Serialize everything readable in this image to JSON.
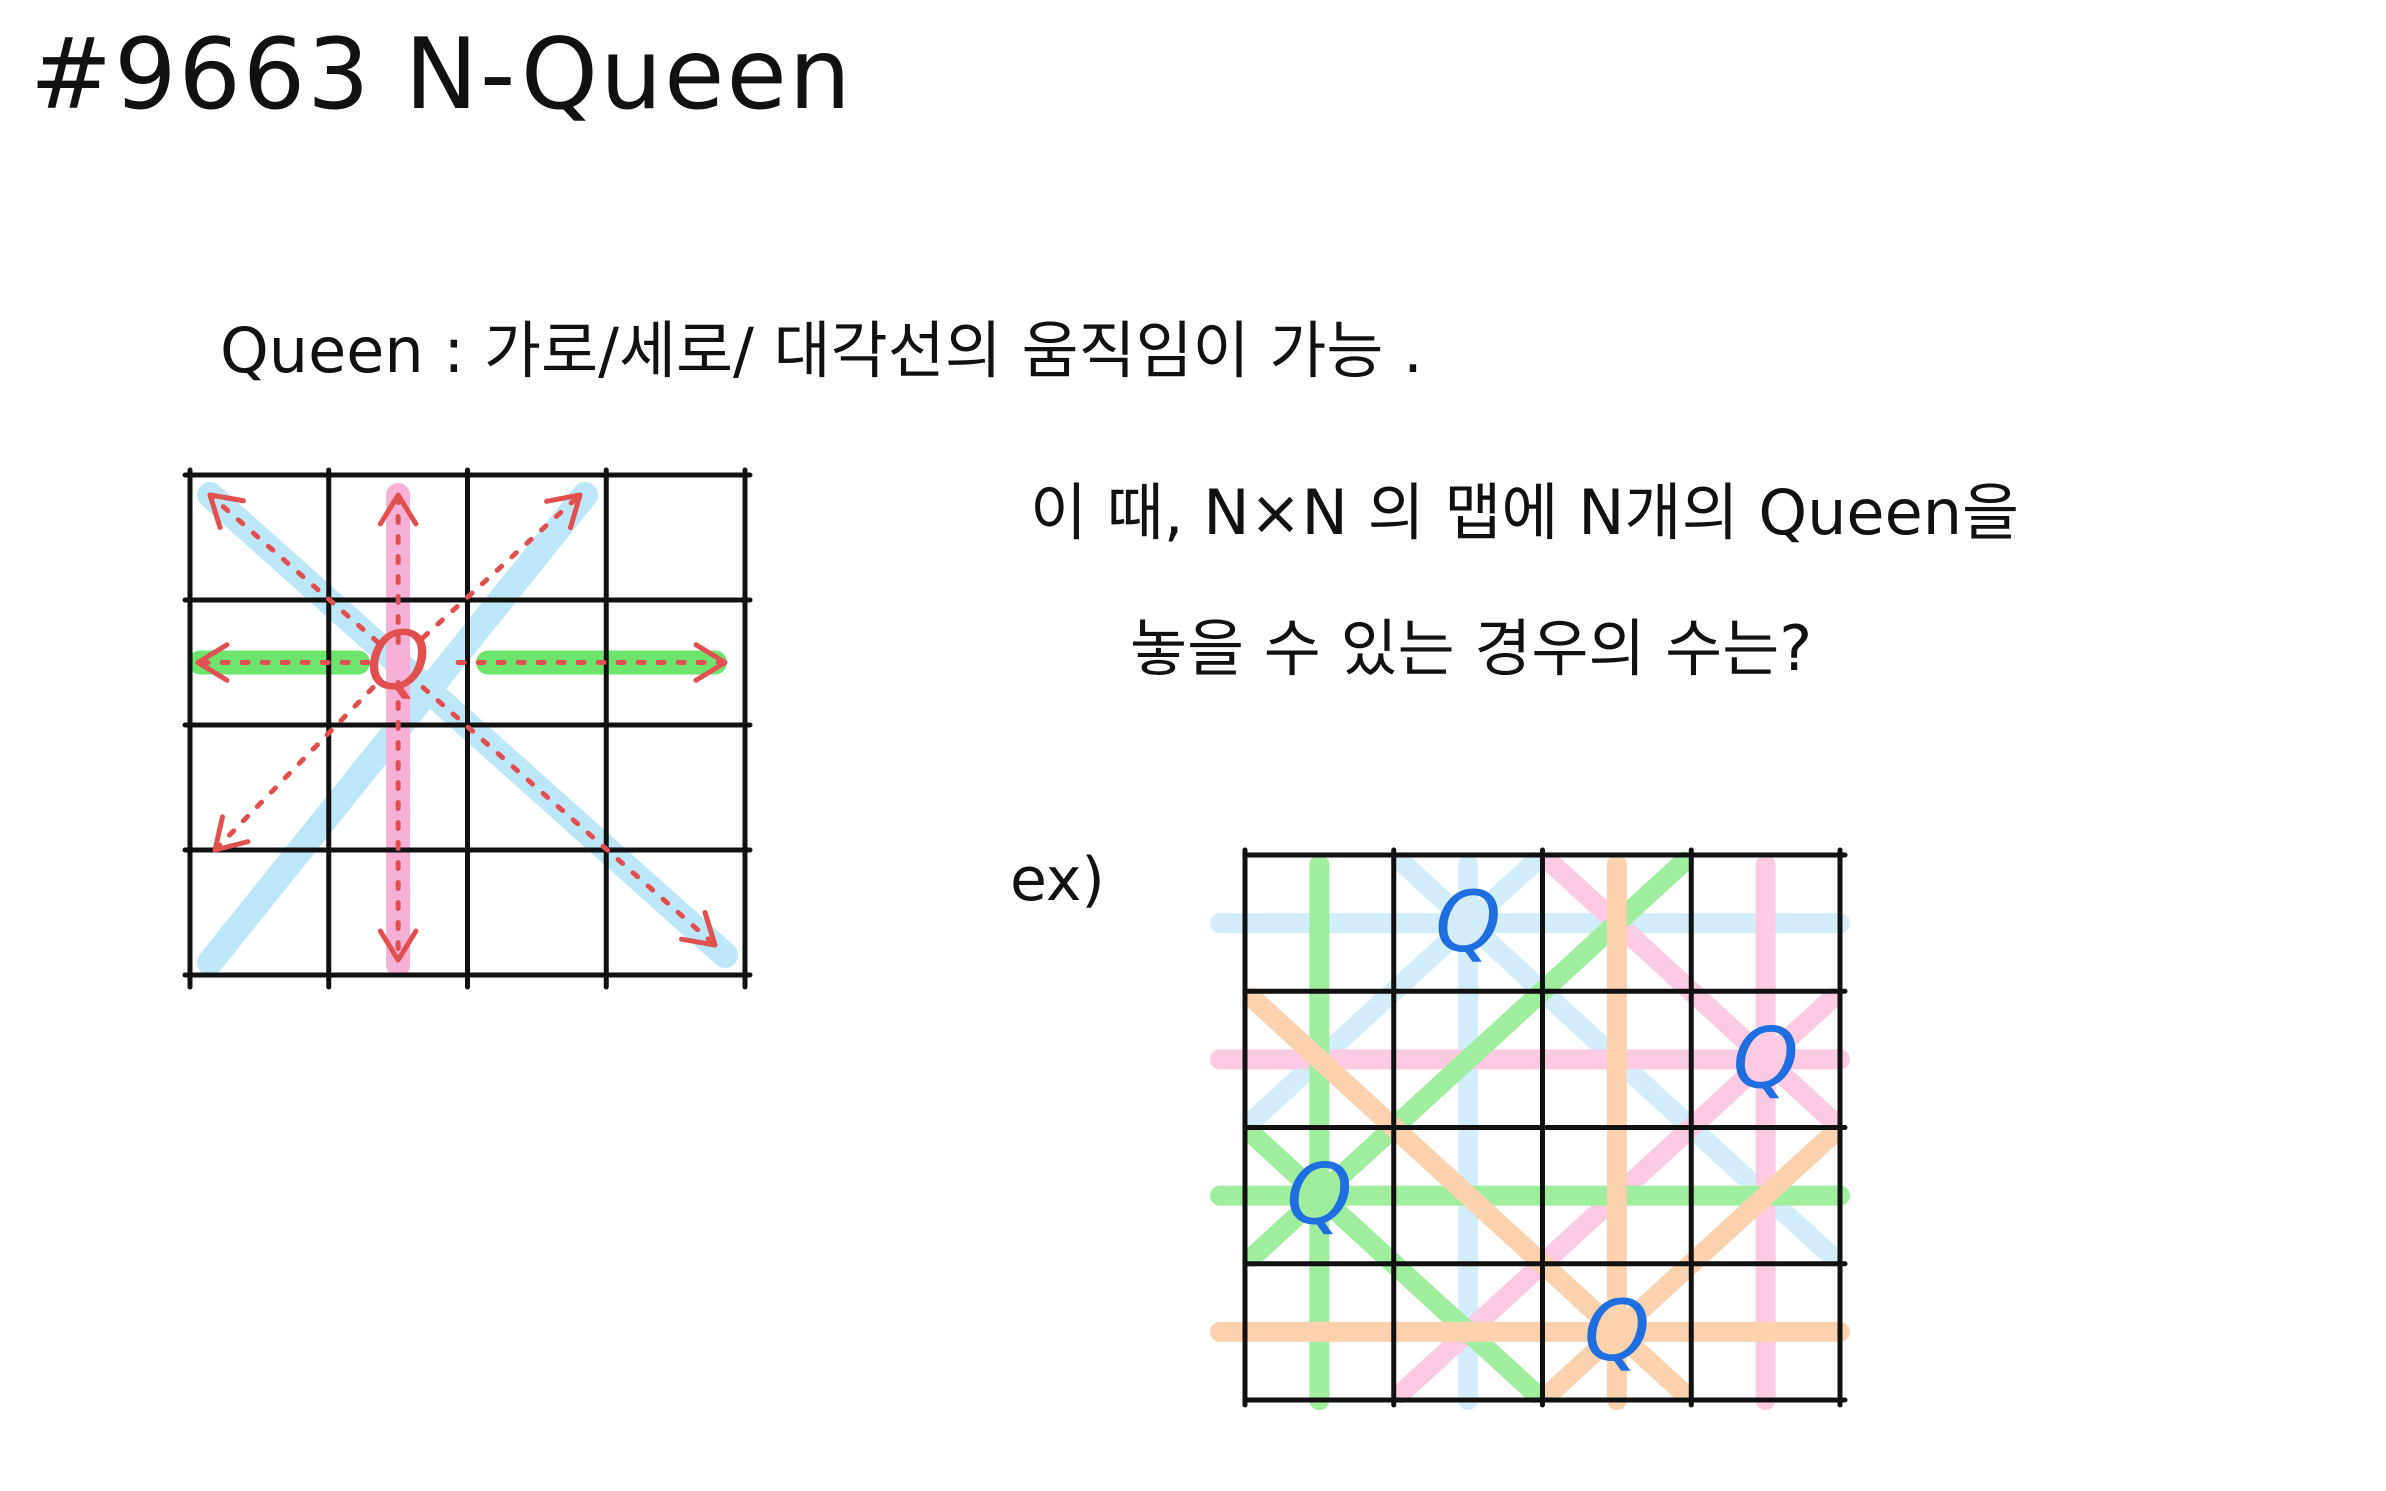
{
  "title": "#9663  N-Queen",
  "description": "Queen :  가로/세로/ 대각선의 움직임이  가능 .",
  "question": {
    "line1": "이 때,  N×N 의  맵에  N개의  Queen을",
    "line2": "놓을 수  있는  경우의 수는?"
  },
  "example_label": "ex)",
  "queen_symbol": "Q",
  "diagram1": {
    "grid_size": 4,
    "queen_cell": [
      1,
      1
    ],
    "colors": {
      "grid": "#111111",
      "horizontal": "#5ee35e",
      "vertical": "#f7a9d2",
      "diagonal": "#b6e4f7",
      "arrow": "#e05050",
      "queen": "#e05050"
    }
  },
  "diagram2": {
    "grid_size": 4,
    "queens": [
      [
        0,
        1
      ],
      [
        1,
        3
      ],
      [
        2,
        0
      ],
      [
        3,
        2
      ]
    ],
    "colors": {
      "grid": "#111111",
      "queen": "#1f6fe0",
      "green": "#5ee35e",
      "pink": "#f7a9d2",
      "blue": "#b6e4f7",
      "orange": "#f9b47a"
    }
  }
}
